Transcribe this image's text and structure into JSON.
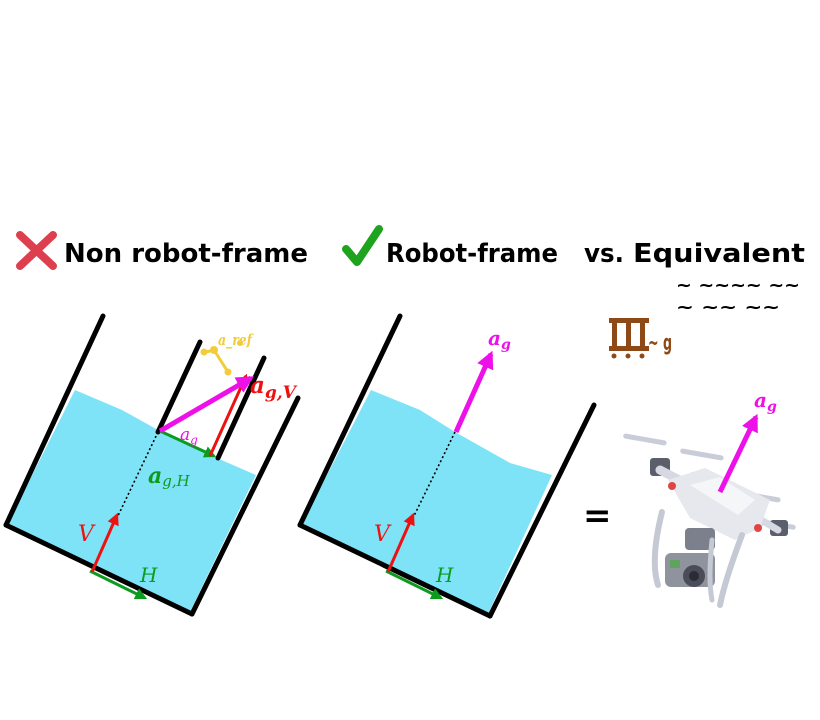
{
  "header": {
    "bad_label": "Non robot-frame",
    "good_label": "Robot-frame",
    "vs_label": "vs.",
    "equivalent_label": "Equivalent",
    "sub_label_1": "~ ~~~~ ~~",
    "sub_label_2": "~ ~~ ~~"
  },
  "left_panel": {
    "label_ag": "a",
    "label_ag_sub": "g",
    "label_agv": "a",
    "label_agv_sub": "g,V",
    "label_agh": "a",
    "label_agh_sub": "g,H",
    "label_ref": "a_ref",
    "label_v": "V",
    "label_h": "H"
  },
  "middle_panel": {
    "label_ag": "a",
    "label_ag_sub": "g",
    "label_v": "V",
    "label_h": "H"
  },
  "right_panel": {
    "equals_label": "=",
    "robot_label": "~ g",
    "drone_label": "a",
    "drone_label_sub": "g"
  },
  "colors": {
    "water": "#7fe3f7",
    "vertical_arrow": "#ee1111",
    "horizontal_arrow": "#0c9b1e",
    "gravity_arrow": "#ee10e8",
    "reference": "#f2cc3a",
    "cross": "#dd3f4e",
    "check": "#1da31d",
    "brown": "#8e4a16"
  }
}
